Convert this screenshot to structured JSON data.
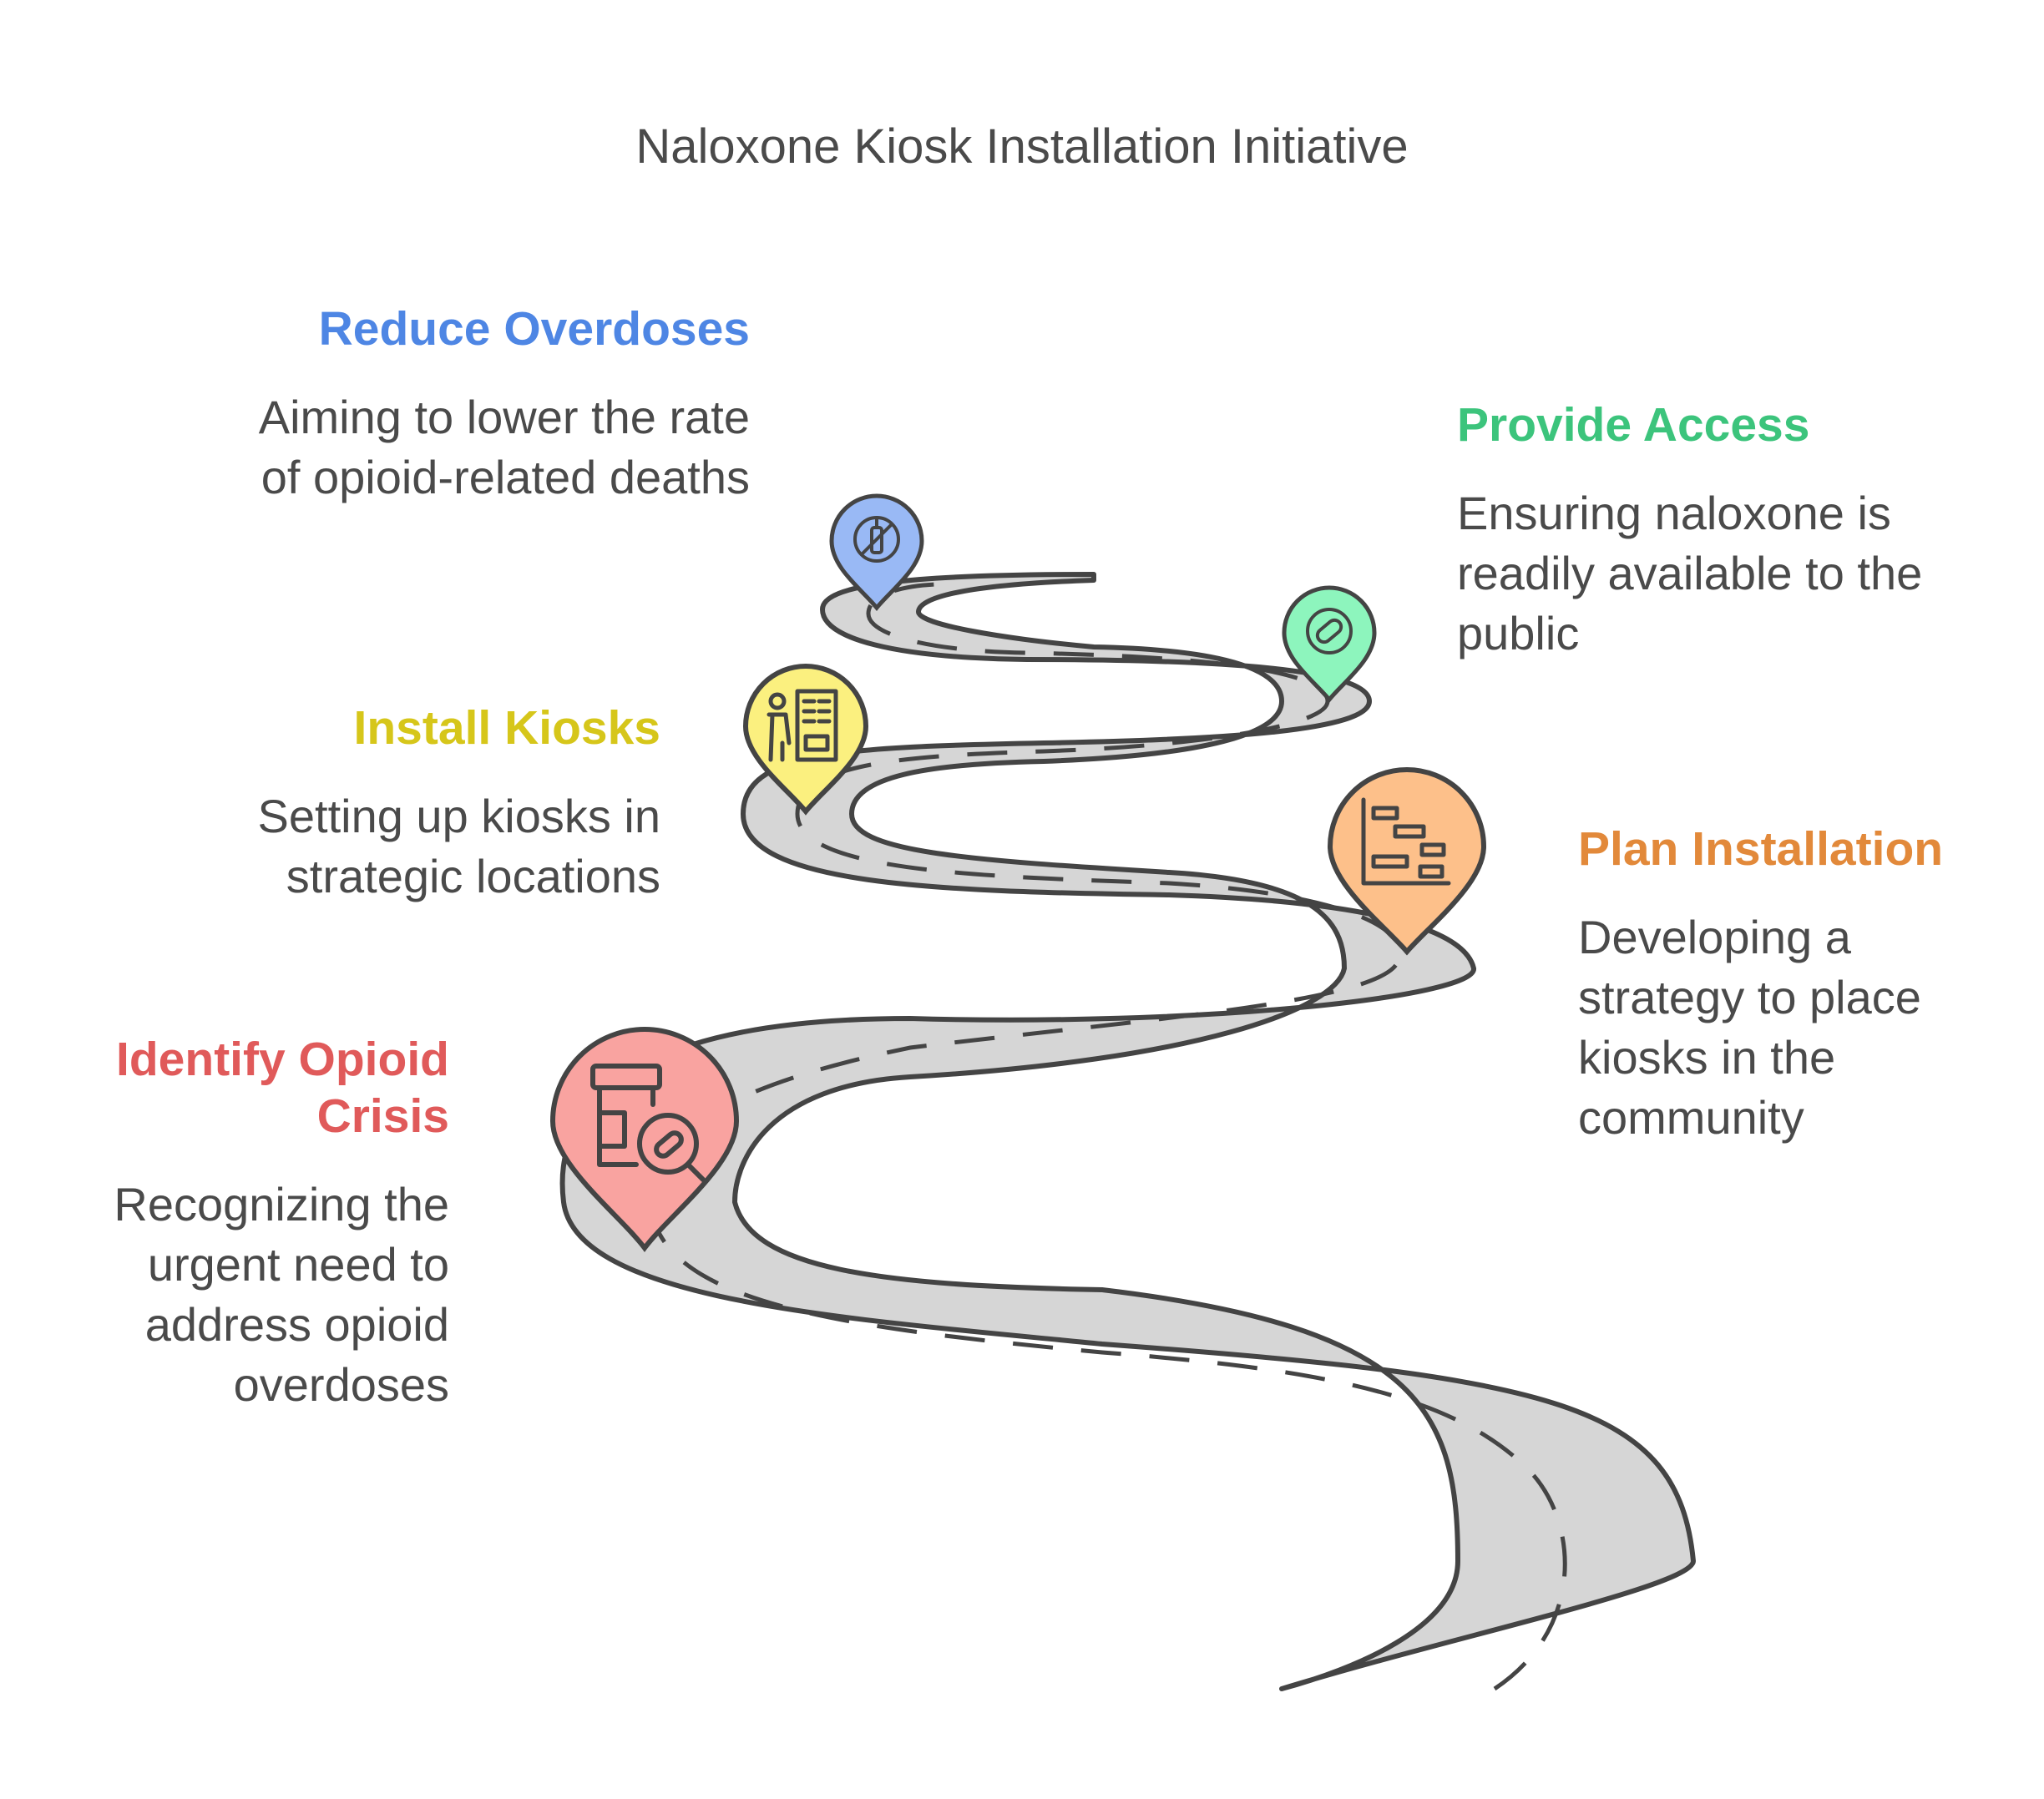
{
  "title": "Naloxone Kiosk Installation Initiative",
  "colors": {
    "road": "#d6d6d6",
    "outline": "#444444",
    "red": "#e05a5a",
    "orange": "#e2893a",
    "yellow": "#d6c61a",
    "green": "#3cc47c",
    "blue": "#4e86e4",
    "pin_red": "#f9a3a0",
    "pin_orange": "#fdc08a",
    "pin_yellow": "#fbf07f",
    "pin_green": "#8df5bd",
    "pin_blue": "#99b9f5"
  },
  "stages": [
    {
      "id": "identify",
      "heading": "Identify Opioid Crisis",
      "description": "Recognizing the urgent need to address opioid overdoses",
      "icon": "pill-bottle-search-icon",
      "color": "red"
    },
    {
      "id": "plan",
      "heading": "Plan Installation",
      "description": "Developing a strategy to place kiosks in the community",
      "icon": "gantt-chart-icon",
      "color": "orange"
    },
    {
      "id": "install",
      "heading": "Install Kiosks",
      "description": "Setting up kiosks in strategic locations",
      "icon": "vending-kiosk-icon",
      "color": "yellow"
    },
    {
      "id": "access",
      "heading": "Provide Access",
      "description": "Ensuring naloxone is readily available to the public",
      "icon": "pill-badge-icon",
      "color": "green"
    },
    {
      "id": "reduce",
      "heading": "Reduce Overdoses",
      "description": "Aiming to lower the rate of opioid-related deaths",
      "icon": "no-syringe-icon",
      "color": "blue"
    }
  ]
}
